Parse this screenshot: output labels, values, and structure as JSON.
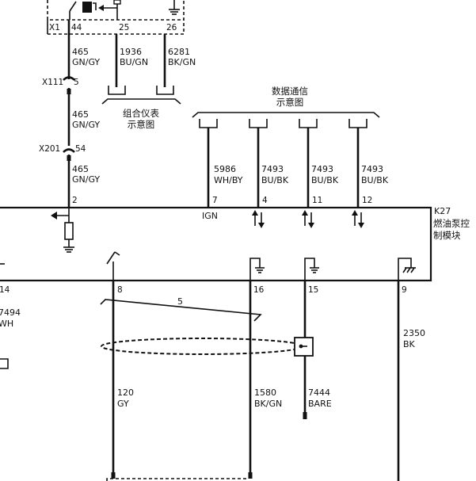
{
  "connector_x1": {
    "label": "X1",
    "pins": [
      "44",
      "25",
      "26"
    ]
  },
  "wire_465_top": {
    "circuit": "465",
    "color": "GN/GY"
  },
  "wire_1936": {
    "circuit": "1936",
    "color": "BU/GN"
  },
  "wire_6281": {
    "circuit": "6281",
    "color": "BK/GN"
  },
  "instrument_cluster": {
    "line1": "组合仪表",
    "line2": "示意图"
  },
  "connector_x111": {
    "label": "X111",
    "pin": "5"
  },
  "wire_465_mid": {
    "circuit": "465",
    "color": "GN/GY"
  },
  "connector_x201": {
    "label": "X201",
    "pin": "54"
  },
  "wire_465_bot": {
    "circuit": "465",
    "color": "GN/GY"
  },
  "data_comm": {
    "line1": "数据通信",
    "line2": "示意图"
  },
  "wire_5986": {
    "circuit": "5986",
    "color": "WH/BY"
  },
  "wire_7493_a": {
    "circuit": "7493",
    "color": "BU/BK"
  },
  "wire_7493_b": {
    "circuit": "7493",
    "color": "BU/BK"
  },
  "wire_7493_c": {
    "circuit": "7493",
    "color": "BU/BK"
  },
  "module_k27": {
    "id": "K27",
    "name_line1": "燃油泵控",
    "name_line2": "制模块",
    "ign_label": "IGN",
    "top_pins": [
      "2",
      "7",
      "4",
      "11",
      "12"
    ],
    "bottom_pins": [
      "14",
      "8",
      "16",
      "15",
      "9"
    ]
  },
  "wire_7494": {
    "circuit": "7494",
    "color": "WH"
  },
  "twisted_pair_label": "5",
  "wire_120": {
    "circuit": "120",
    "color": "GY"
  },
  "wire_1580": {
    "circuit": "1580",
    "color": "BK/GN"
  },
  "wire_7444": {
    "circuit": "7444",
    "color": "BARE"
  },
  "wire_2350": {
    "circuit": "2350",
    "color": "BK"
  }
}
